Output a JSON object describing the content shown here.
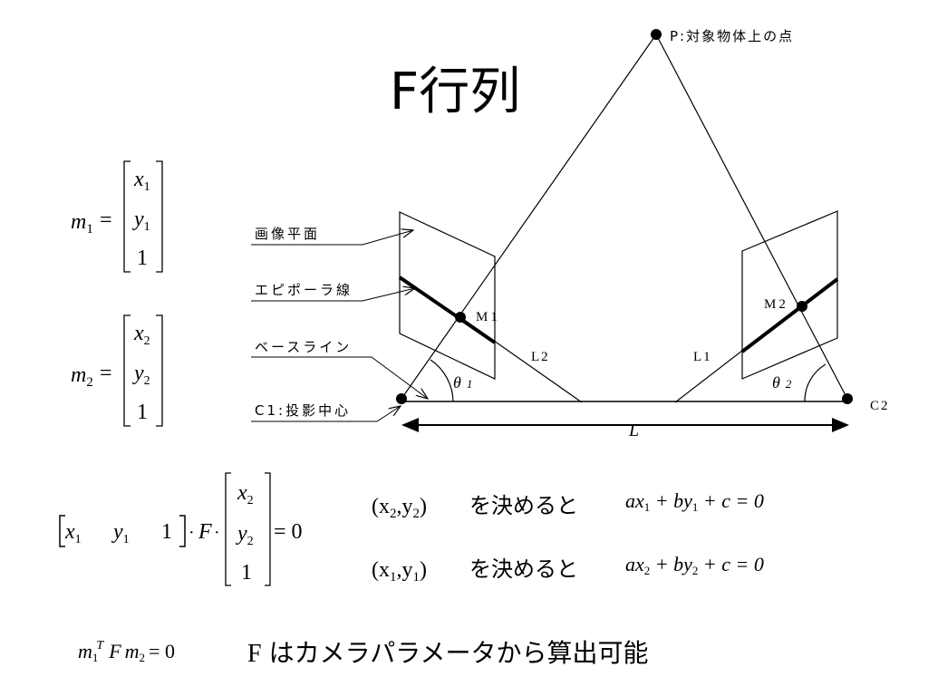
{
  "title": "F行列",
  "point_p_label": "P:対象物体上の点",
  "callouts": {
    "image_plane": "画像平面",
    "epipolar_line": "エピポーラ線",
    "baseline": "ベースライン",
    "projection_center": "C1:投影中心"
  },
  "labels": {
    "m1": "M1",
    "m2": "M2",
    "l1": "L1",
    "l2": "L2",
    "c2": "C2",
    "theta1": "θ",
    "theta1_sub": "1",
    "theta2": "θ",
    "theta2_sub": "2",
    "baseline_length": "L"
  },
  "vectors": {
    "m1": {
      "name": "m",
      "sub": "1",
      "rows": [
        "x",
        "y",
        "1"
      ],
      "row_sub": "1"
    },
    "m2": {
      "name": "m",
      "sub": "2",
      "rows": [
        "x",
        "y",
        "1"
      ],
      "row_sub": "2"
    }
  },
  "equation": {
    "row_vector": [
      "x",
      "y",
      "1"
    ],
    "row_sub": "1",
    "col_vector": [
      "x",
      "y",
      "1"
    ],
    "col_sub": "2",
    "matrix": "F",
    "rhs": "= 0"
  },
  "constraints": [
    {
      "given": "(x",
      "given_sub": "2",
      "given_mid": ",y",
      "given_sub2": "2",
      "given_end": ")",
      "text": "を決めると",
      "line": "ax",
      "line_sub": "1",
      "line_mid": " + by",
      "line_sub2": "1",
      "line_end": " + c = 0"
    },
    {
      "given": "(x",
      "given_sub": "1",
      "given_mid": ",y",
      "given_sub2": "1",
      "given_end": ")",
      "text": "を決めると",
      "line": "ax",
      "line_sub": "2",
      "line_mid": " + by",
      "line_sub2": "2",
      "line_end": " + c = 0"
    }
  ],
  "bottom": {
    "formula_m": "m",
    "formula_sub1": "1",
    "formula_sup": "T",
    "formula_f": "F",
    "formula_m2": "m",
    "formula_sub2": "2",
    "formula_rhs": "= 0",
    "statement_f": "F",
    "statement_text": "はカメラパラメータから算出可能"
  }
}
